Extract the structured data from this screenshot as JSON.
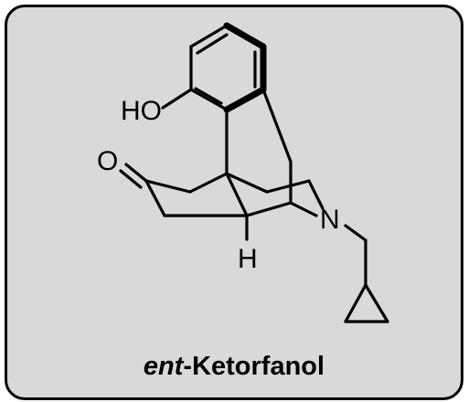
{
  "compound": {
    "name_prefix": "ent",
    "name_rest": "-Ketorfanol"
  },
  "atom_labels": {
    "hydroxyl": "HO",
    "carbonyl_oxygen": "O",
    "nitrogen": "N",
    "hydrogen": "H"
  }
}
